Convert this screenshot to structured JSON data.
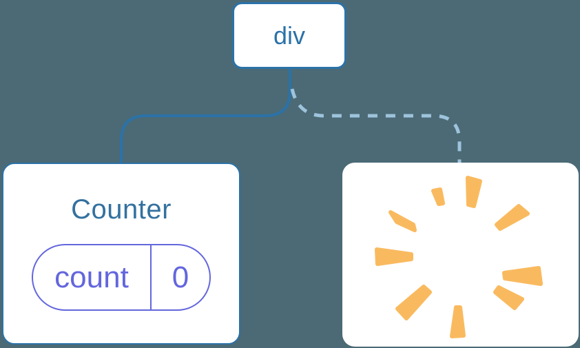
{
  "colors": {
    "bg": "#4B6A75",
    "card_bg": "#FFFFFF",
    "node_blue": "#2B72A8",
    "title_blue": "#33719F",
    "edge_dashed": "#9EC3DC",
    "pill_indigo": "#6366DD",
    "poof_orange": "#F9BA5F"
  },
  "diagram": {
    "root_node": {
      "label": "div"
    },
    "counter_node": {
      "title": "Counter",
      "state_pill": {
        "key": "count",
        "value": "0"
      }
    },
    "removed_node": {
      "icon": "poof-starburst"
    },
    "edges": [
      {
        "from": "div",
        "to": "Counter",
        "style": "solid"
      },
      {
        "from": "div",
        "to": "removed",
        "style": "dashed"
      }
    ]
  }
}
